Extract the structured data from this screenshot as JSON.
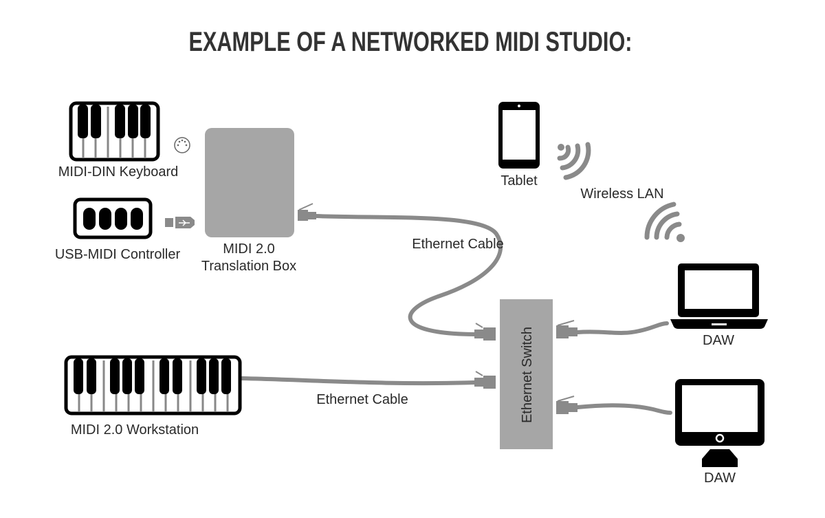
{
  "title": "EXAMPLE OF A NETWORKED MIDI STUDIO:",
  "devices": {
    "midi_din_keyboard": "MIDI-DIN Keyboard",
    "usb_midi_controller": "USB-MIDI Controller",
    "translation_box_line1": "MIDI 2.0",
    "translation_box_line2": "Translation Box",
    "tablet": "Tablet",
    "wireless_lan": "Wireless LAN",
    "ethernet_switch": "Ethernet Switch",
    "daw_laptop": "DAW",
    "daw_desktop": "DAW",
    "workstation": "MIDI 2.0 Workstation"
  },
  "cables": {
    "upper": "Ethernet Cable",
    "lower": "Ethernet Cable"
  },
  "colors": {
    "device_gray": "#a6a6a6",
    "cable_gray": "#8a8a8a",
    "icon_black": "#000000"
  }
}
